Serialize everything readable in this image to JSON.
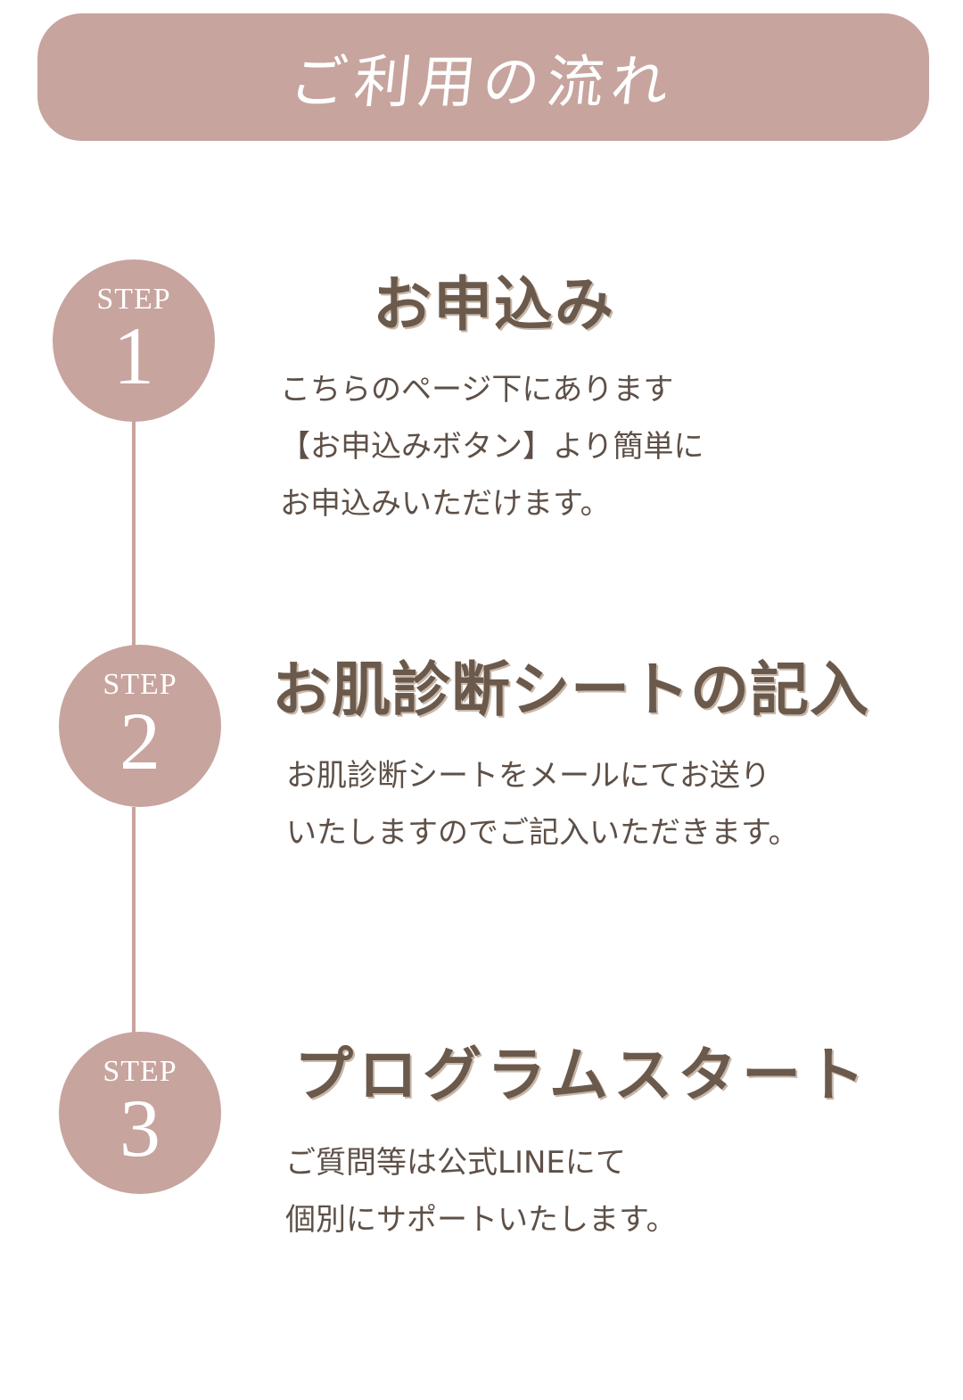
{
  "colors": {
    "accent": "#c7a49e",
    "title_text": "#6b5a4c",
    "body_text": "#5e5047",
    "background": "#ffffff"
  },
  "header": {
    "title": "ご利用の流れ"
  },
  "steps": [
    {
      "label": "STEP",
      "number": "1",
      "title": "お申込み",
      "lines": [
        "こちらのページ下にあります",
        "【お申込みボタン】より簡単に",
        "お申込みいただけます。"
      ]
    },
    {
      "label": "STEP",
      "number": "2",
      "title": "お肌診断シートの記入",
      "lines": [
        "お肌診断シートをメールにてお送り",
        "いたしますのでご記入いただきます。"
      ]
    },
    {
      "label": "STEP",
      "number": "3",
      "title": "プログラムスタート",
      "lines": [
        "ご質問等は公式LINEにて",
        "個別にサポートいたします。"
      ]
    }
  ]
}
